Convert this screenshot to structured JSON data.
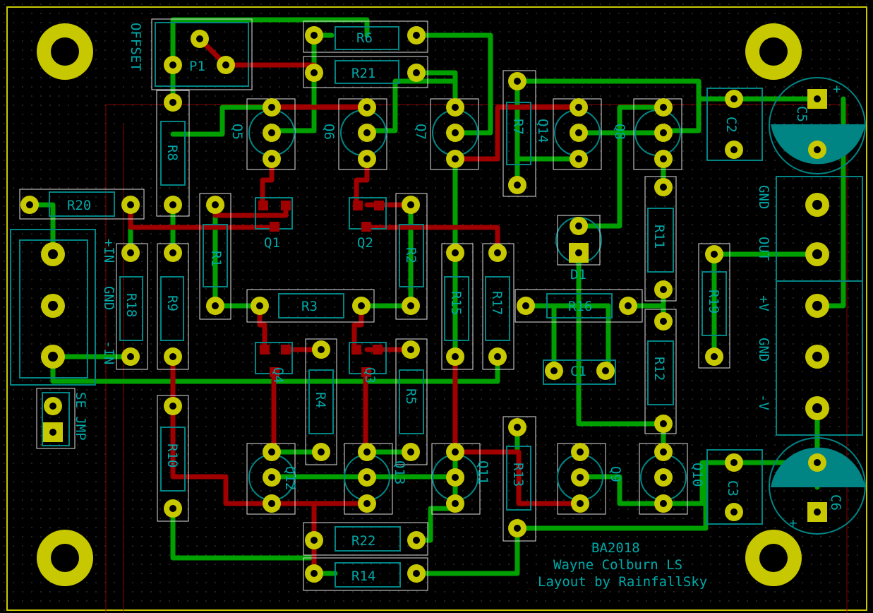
{
  "board": {
    "title": "BA2018",
    "designer": "Wayne Colburn LS",
    "layout_credit": "Layout by RainfallSky"
  },
  "colors": {
    "background": "#000000",
    "silkscreen": "#008484",
    "pad": "#c8c800",
    "top_copper": "#a00000",
    "bottom_copper": "#00a000",
    "edge": "#c8c800",
    "courtyard": "#e0e0e0"
  },
  "components": {
    "resistors": [
      "R1",
      "R2",
      "R3",
      "R4",
      "R5",
      "R6",
      "R8",
      "R9",
      "R10",
      "R11",
      "R12",
      "R14",
      "R15",
      "R16",
      "R17",
      "R18",
      "R19",
      "R20",
      "R21",
      "R22"
    ],
    "transistors": [
      "Q1",
      "Q2",
      "Q3",
      "Q4",
      "Q5",
      "Q6",
      "Q7",
      "Q8",
      "Q9",
      "Q10",
      "Q11",
      "Q12",
      "Q13",
      "Q14"
    ],
    "capacitors": [
      "C1",
      "C2",
      "C3",
      "C5",
      "C6"
    ],
    "misc": [
      "P1",
      "D1"
    ]
  },
  "labels": {
    "offset": "OFFSET",
    "p1": "P1",
    "in_plus": "+IN",
    "in_gnd": "GND",
    "in_minus": "-IN",
    "se_jmp": "SE JMP",
    "out_gnd": "GND",
    "out": "OUT",
    "plus_v": "+V",
    "gnd2": "GND",
    "minus_v": "-V",
    "plus_sign": "+"
  }
}
